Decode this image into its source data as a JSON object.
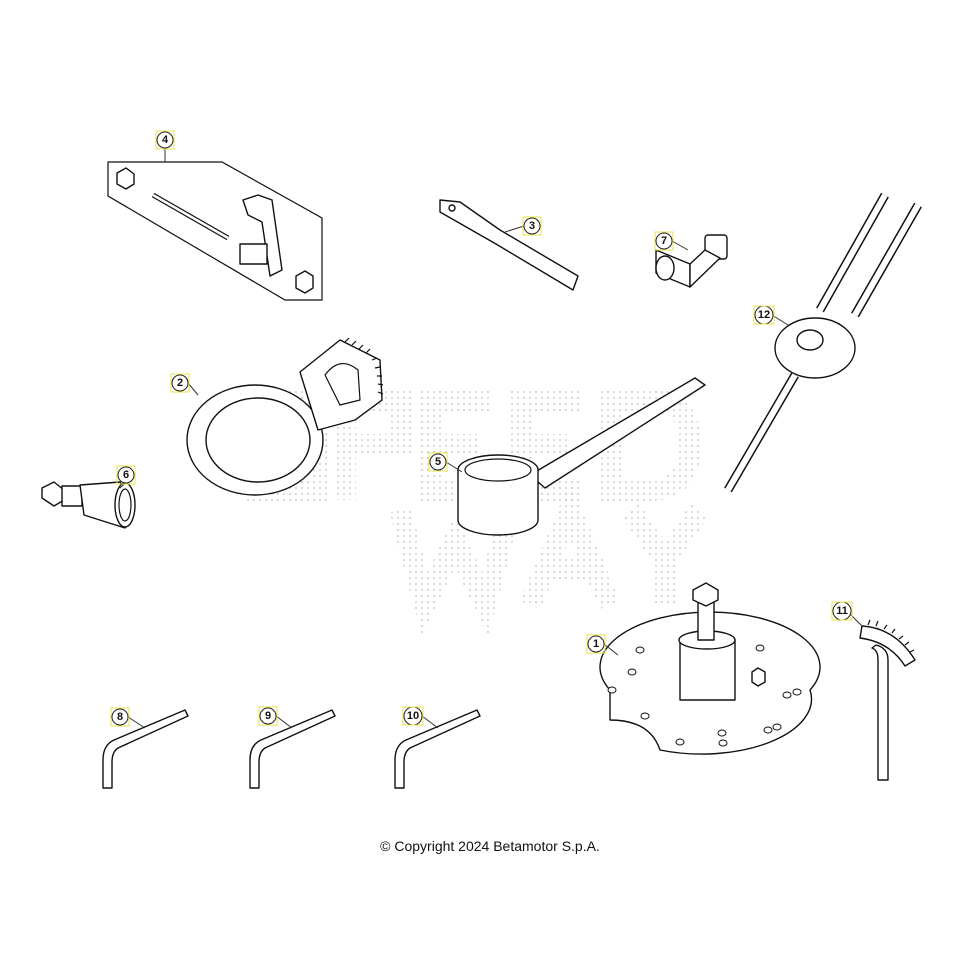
{
  "callouts": [
    {
      "id": "1",
      "label": "1"
    },
    {
      "id": "2",
      "label": "2"
    },
    {
      "id": "3",
      "label": "3"
    },
    {
      "id": "4",
      "label": "4"
    },
    {
      "id": "5",
      "label": "5"
    },
    {
      "id": "6",
      "label": "6"
    },
    {
      "id": "7",
      "label": "7"
    },
    {
      "id": "8",
      "label": "8"
    },
    {
      "id": "9",
      "label": "9"
    },
    {
      "id": "10",
      "label": "10"
    },
    {
      "id": "11",
      "label": "11"
    },
    {
      "id": "12",
      "label": "12"
    }
  ],
  "watermark": "SPEEDWAY",
  "copyright": "© Copyright 2024 Betamotor S.p.A.",
  "colors": {
    "callout_box": "#e8e34a",
    "line": "#111111"
  }
}
